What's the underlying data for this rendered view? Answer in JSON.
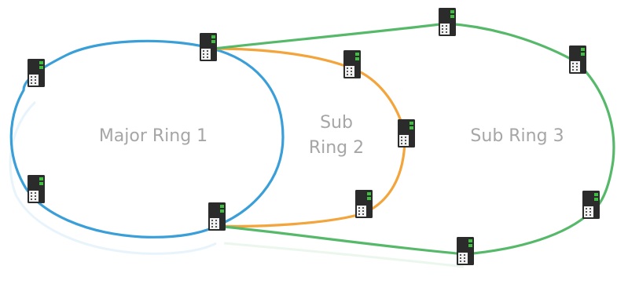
{
  "labels": {
    "major_ring": "Major Ring 1",
    "sub_ring_2_line1": "Sub",
    "sub_ring_2_line2": "Ring 2",
    "sub_ring_3": "Sub Ring 3"
  },
  "colors": {
    "major_ring": "#3a9fd8",
    "sub_ring_2": "#f3a43a",
    "sub_ring_3": "#56b96a",
    "label_text": "#a6a6a6",
    "switch_body": "#2b2b2b",
    "switch_port_green": "#3fbf3f"
  },
  "icons": {
    "switch": "industrial-switch-icon"
  }
}
